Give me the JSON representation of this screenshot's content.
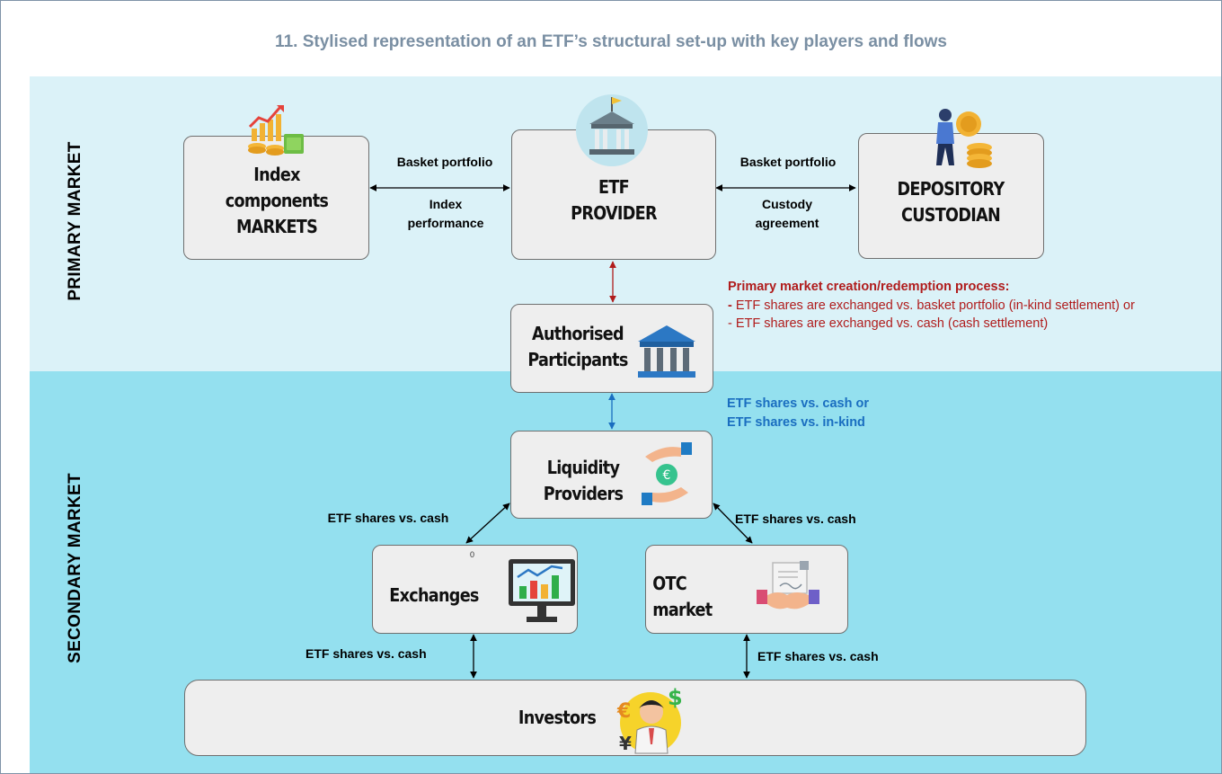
{
  "title": "11. Stylised representation of an ETF’s structural set-up with key players and flows",
  "bands": {
    "primary": "PRIMARY MARKET",
    "secondary": "SECONDARY MARKET"
  },
  "nodes": {
    "index_markets": [
      "Index",
      "components",
      "MARKETS"
    ],
    "etf_provider": [
      "ETF",
      "PROVIDER"
    ],
    "depository": [
      "DEPOSITORY",
      "CUSTODIAN"
    ],
    "authorised": [
      "Authorised",
      "Participants"
    ],
    "liquidity": [
      "Liquidity",
      "Providers"
    ],
    "exchanges": "Exchanges",
    "otc": [
      "OTC",
      "market"
    ],
    "investors": "Investors"
  },
  "flows": {
    "index_top": "Basket portfolio",
    "index_bottom": [
      "Index",
      "performance"
    ],
    "custodian_top": "Basket portfolio",
    "custodian_bottom": [
      "Custody",
      "agreement"
    ],
    "lp_exchanges": "ETF shares vs. cash",
    "lp_otc": "ETF shares vs. cash",
    "exchanges_investors": "ETF shares vs. cash",
    "otc_investors": "ETF shares vs. cash"
  },
  "primary_note": {
    "heading": "Primary market creation/redemption process:",
    "line1_dash": "-",
    "line1": " ETF shares are exchanged vs. basket portfolio (in-kind settlement) or",
    "line2": "- ETF shares are exchanged vs. cash (cash settlement)"
  },
  "secondary_note": [
    "ETF shares vs. cash or",
    "ETF shares vs. in-kind"
  ],
  "stray_mark": "0",
  "icons": [
    "growth-chart-coins-icon",
    "bank-building-flag-icon",
    "person-coins-icon",
    "bank-building-icon",
    "hands-euro-coin-icon",
    "monitor-chart-icon",
    "handshake-contract-icon",
    "investor-currency-icon"
  ],
  "colors": {
    "primary_band": "#dbf2f8",
    "secondary_band": "#94e0ef",
    "primary_note": "#b01c1c",
    "secondary_note": "#1a6ec0",
    "title": "#7a8fa3"
  }
}
